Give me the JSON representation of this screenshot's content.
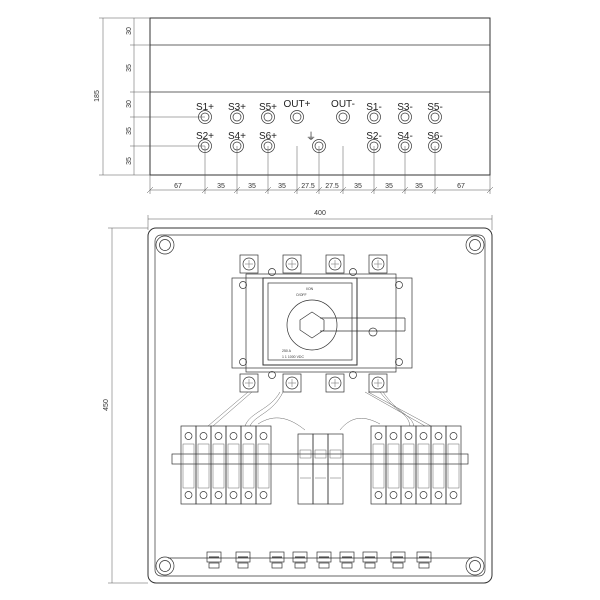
{
  "top_view": {
    "overall_height": "185",
    "row_dims": [
      "30",
      "35",
      "30",
      "35",
      "35"
    ],
    "bottom_dims": [
      "67",
      "35",
      "35",
      "35",
      "27.5",
      "27.5",
      "35",
      "35",
      "35",
      "67"
    ],
    "upper_labels": [
      "S1+",
      "S3+",
      "S5+",
      "OUT+",
      "OUT-",
      "S1-",
      "S3-",
      "S5-"
    ],
    "lower_labels": [
      "S2+",
      "S4+",
      "S6+",
      "S2-",
      "S4-",
      "S6-"
    ],
    "ground_symbol": "⏚"
  },
  "front_view": {
    "width_dim": "400",
    "height_dim": "450",
    "switch_text": [
      "I/ON",
      "O/OFF",
      "250 A",
      "1 1 1000 VDC"
    ]
  },
  "colors": {
    "line": "#333333",
    "background": "#ffffff"
  }
}
